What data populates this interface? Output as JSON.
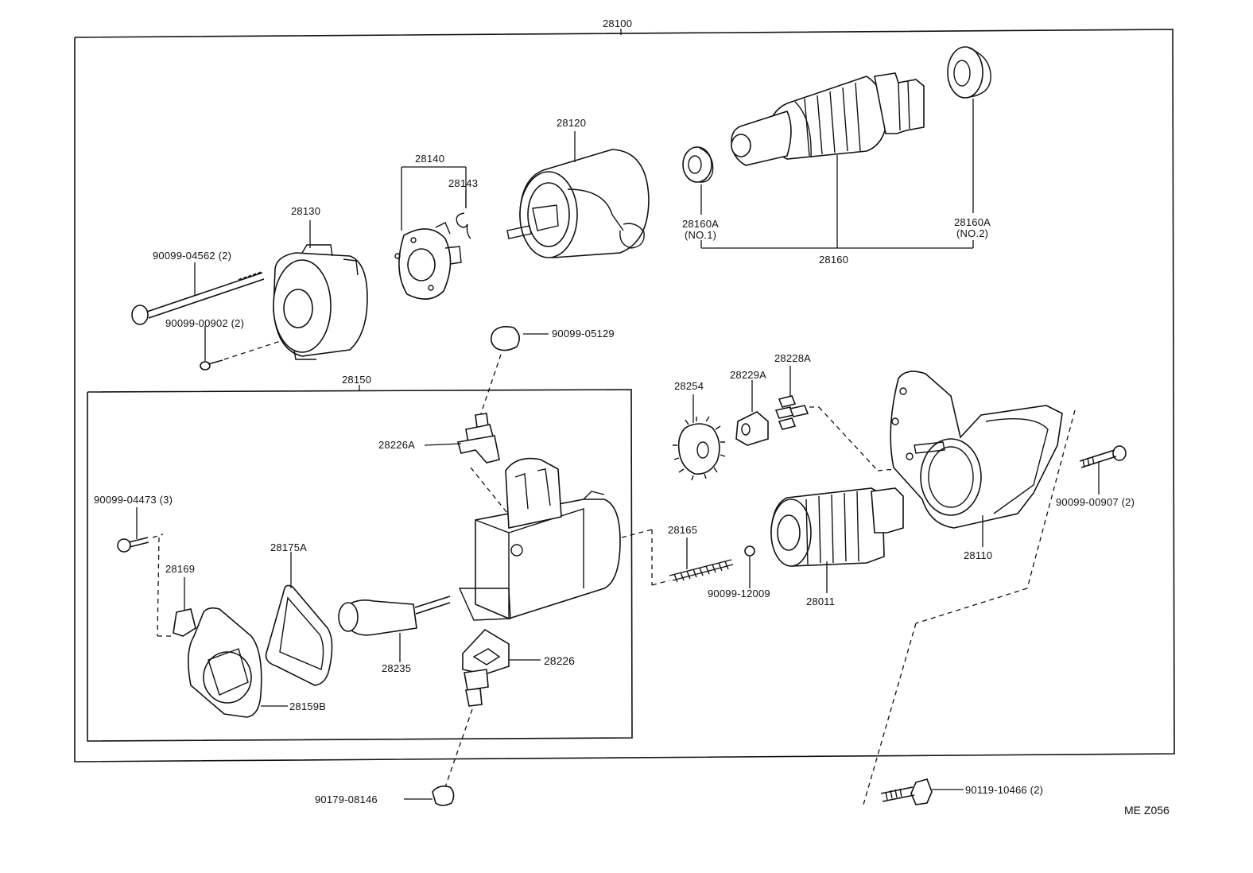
{
  "labels": {
    "l28100": "28100",
    "l28120": "28120",
    "l28140": "28140",
    "l28143": "28143",
    "l28130": "28130",
    "l90099_04562": "90099-04562 (2)",
    "l90099_00902": "90099-00902 (2)",
    "l28160A_1": "28160A",
    "l28160A_1sub": "(NO.1)",
    "l28160A_2": "28160A",
    "l28160A_2sub": "(NO.2)",
    "l28160": "28160",
    "l90099_05129": "90099-05129",
    "l28150": "28150",
    "l28226A": "28226A",
    "l90099_04473": "90099-04473 (3)",
    "l28169": "28169",
    "l28175A": "28175A",
    "l28235": "28235",
    "l28226": "28226",
    "l28159B": "28159B",
    "l90179_08146": "90179-08146",
    "l28254": "28254",
    "l28229A": "28229A",
    "l28228A": "28228A",
    "l28165": "28165",
    "l90099_12009": "90099-12009",
    "l28011": "28011",
    "l28110": "28110",
    "l90099_00907": "90099-00907 (2)",
    "l90119_10466": "90119-10466 (2)",
    "code": "ME Z056"
  }
}
